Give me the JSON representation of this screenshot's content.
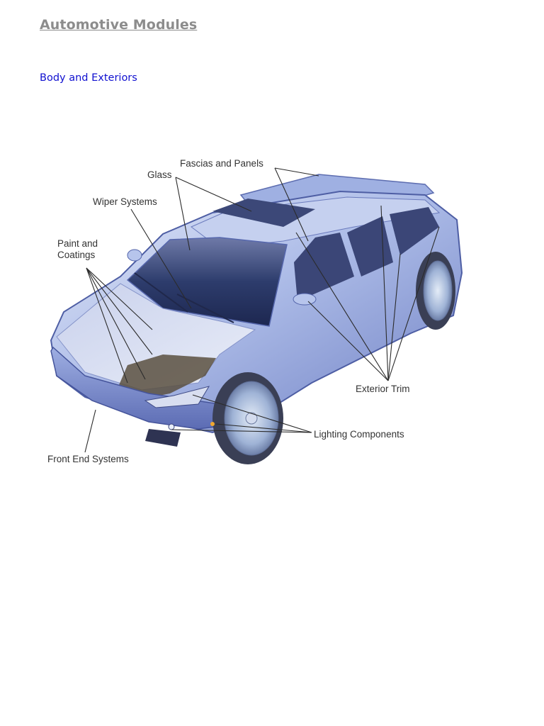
{
  "document": {
    "title": "Automotive Modules",
    "section": "Body and Exteriors"
  },
  "diagram": {
    "subject": "car-body-exterior-illustration",
    "labels": {
      "fascias": "Fascias and Panels",
      "glass": "Glass",
      "wiper": "Wiper Systems",
      "paint_line1": "Paint and",
      "paint_line2": "Coatings",
      "exterior_trim": "Exterior Trim",
      "lighting": "Lighting Components",
      "front_end": "Front End Systems"
    },
    "colors": {
      "body": "#a9b9e6",
      "body_shadow": "#6e7fc0",
      "glass": "#2e3a6a",
      "label_text": "#333333",
      "leader_line": "#2b2b2b"
    }
  }
}
